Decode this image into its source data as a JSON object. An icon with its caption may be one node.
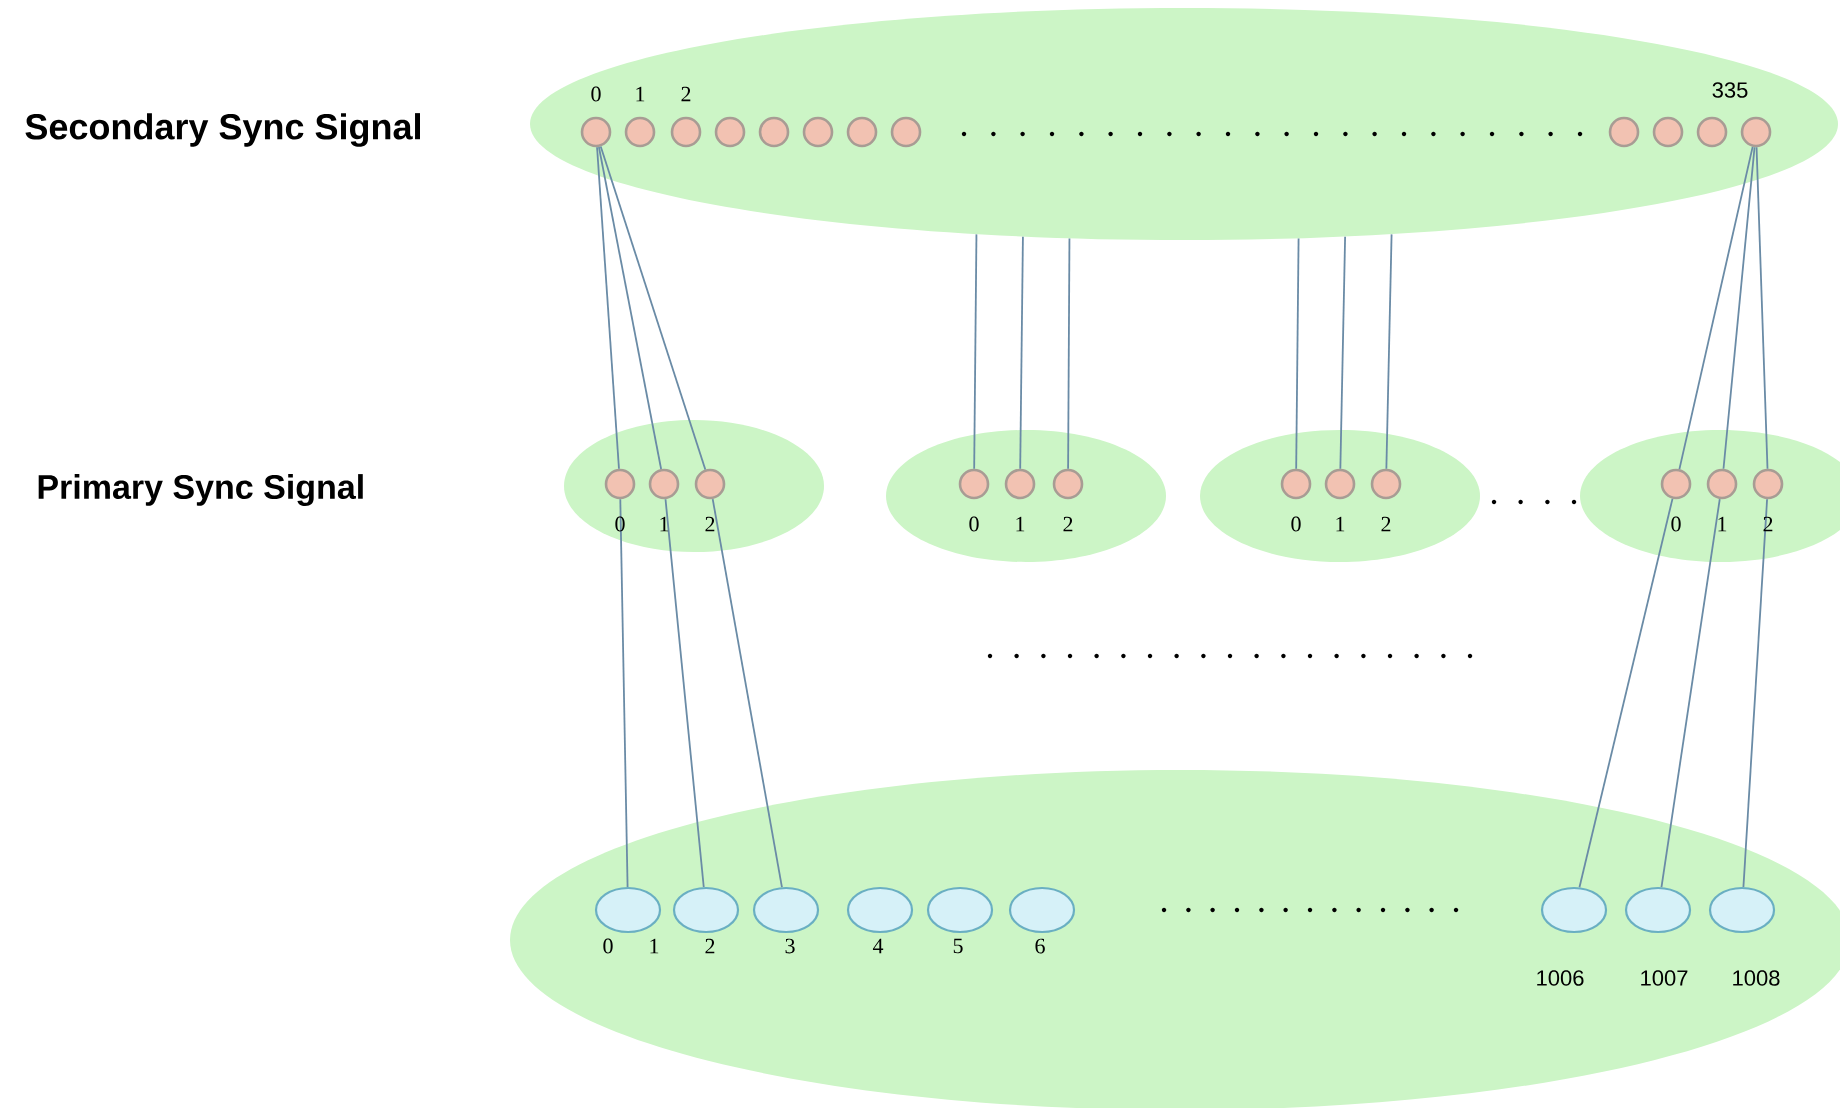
{
  "diagram": {
    "nodes": [
      {
        "text": [],
        "shape": "ellipse"
      },
      {
        "text": [],
        "shape": "circle",
        "in": 0,
        "beside": [
          "0"
        ]
      },
      {
        "text": [],
        "shape": "circle",
        "in": 0,
        "beside": [
          "1"
        ]
      },
      {
        "text": [],
        "shape": "circle",
        "in": 0,
        "beside": [
          "2"
        ]
      },
      {
        "text": [],
        "shape": "circle",
        "in": 0
      },
      {
        "text": [],
        "shape": "circle",
        "in": 0
      },
      {
        "text": [],
        "shape": "circle",
        "in": 0
      },
      {
        "text": [],
        "shape": "circle",
        "in": 0
      },
      {
        "text": [],
        "shape": "circle",
        "in": 0
      },
      {
        "text": [],
        "shape": "circle",
        "in": 0
      },
      {
        "text": [],
        "shape": "circle",
        "in": 0
      },
      {
        "text": [],
        "shape": "circle",
        "in": 0
      },
      {
        "text": [],
        "shape": "circle",
        "in": 0,
        "beside": [
          "335"
        ]
      },
      {
        "text": [],
        "shape": "ellipse"
      },
      {
        "text": [],
        "shape": "circle",
        "in": 13,
        "beside": [
          "0"
        ]
      },
      {
        "text": [],
        "shape": "circle",
        "in": 13,
        "beside": [
          "1"
        ]
      },
      {
        "text": [],
        "shape": "circle",
        "in": 13,
        "beside": [
          "2"
        ]
      },
      {
        "text": [],
        "shape": "ellipse"
      },
      {
        "text": [],
        "shape": "circle",
        "in": 17,
        "beside": [
          "0"
        ]
      },
      {
        "text": [],
        "shape": "circle",
        "in": 17,
        "beside": [
          "1"
        ]
      },
      {
        "text": [],
        "shape": "circle",
        "in": 17,
        "beside": [
          "2"
        ]
      },
      {
        "text": [],
        "shape": "ellipse"
      },
      {
        "text": [],
        "shape": "circle",
        "in": 21,
        "beside": [
          "0"
        ]
      },
      {
        "text": [],
        "shape": "circle",
        "in": 21,
        "beside": [
          "1"
        ]
      },
      {
        "text": [],
        "shape": "circle",
        "in": 21,
        "beside": [
          "2"
        ]
      },
      {
        "text": [],
        "shape": "ellipse"
      },
      {
        "text": [],
        "shape": "circle",
        "in": 25,
        "beside": [
          "0"
        ]
      },
      {
        "text": [],
        "shape": "circle",
        "in": 25,
        "beside": [
          "1"
        ]
      },
      {
        "text": [],
        "shape": "circle",
        "in": 25,
        "beside": [
          "2"
        ]
      },
      {
        "text": [],
        "shape": "ellipse"
      },
      {
        "text": [],
        "shape": "ellipse",
        "in": 29,
        "beside": [
          "0",
          "1"
        ]
      },
      {
        "text": [],
        "shape": "ellipse",
        "in": 29,
        "beside": [
          "2"
        ]
      },
      {
        "text": [],
        "shape": "ellipse",
        "in": 29,
        "beside": [
          "3"
        ]
      },
      {
        "text": [],
        "shape": "ellipse",
        "in": 29,
        "beside": [
          "4"
        ]
      },
      {
        "text": [],
        "shape": "ellipse",
        "in": 29,
        "beside": [
          "5"
        ]
      },
      {
        "text": [],
        "shape": "ellipse",
        "in": 29,
        "beside": [
          "6"
        ]
      },
      {
        "text": [],
        "shape": "ellipse",
        "in": 29,
        "beside": [
          "1006"
        ]
      },
      {
        "text": [],
        "shape": "ellipse",
        "in": 29,
        "beside": [
          "1007"
        ]
      },
      {
        "text": [],
        "shape": "ellipse",
        "in": 29,
        "beside": [
          "1008"
        ]
      }
    ],
    "edges": [
      {
        "from": 1,
        "to": 14,
        "arrow": "none"
      },
      {
        "from": 1,
        "to": 15,
        "arrow": "none"
      },
      {
        "from": 1,
        "to": 16,
        "arrow": "none"
      },
      {
        "from": 0,
        "to": 18,
        "arrow": "none"
      },
      {
        "from": 0,
        "to": 19,
        "arrow": "none"
      },
      {
        "from": 0,
        "to": 20,
        "arrow": "none"
      },
      {
        "from": 0,
        "to": 22,
        "arrow": "none"
      },
      {
        "from": 0,
        "to": 23,
        "arrow": "none"
      },
      {
        "from": 0,
        "to": 24,
        "arrow": "none"
      },
      {
        "from": 12,
        "to": 26,
        "arrow": "none"
      },
      {
        "from": 12,
        "to": 27,
        "arrow": "none"
      },
      {
        "from": 12,
        "to": 28,
        "arrow": "none"
      },
      {
        "from": 14,
        "to": 30,
        "arrow": "none"
      },
      {
        "from": 15,
        "to": 31,
        "arrow": "none"
      },
      {
        "from": 16,
        "to": 32,
        "arrow": "none"
      },
      {
        "from": 26,
        "to": 36,
        "arrow": "none"
      },
      {
        "from": 27,
        "to": 37,
        "arrow": "none"
      },
      {
        "from": 28,
        "to": 38,
        "arrow": "none"
      }
    ],
    "labels": [
      "Secondary Sync Signal",
      "Primary Sync Signal"
    ]
  }
}
